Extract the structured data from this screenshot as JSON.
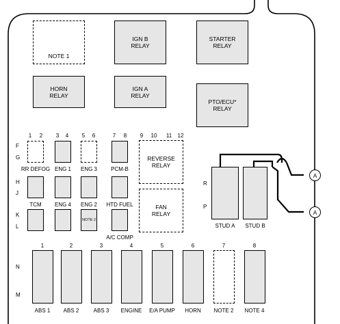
{
  "relays": {
    "note1": "NOTE 1",
    "ign_b": "IGN B\nRELAY",
    "starter": "STARTER\nRELAY",
    "horn": "HORN\nRELAY",
    "ign_a": "IGN A\nRELAY",
    "pto": "PTO/ECU*\nRELAY",
    "reverse": "REVERSE\nRELAY",
    "fan": "FAN\nRELAY"
  },
  "columns": {
    "c1": "1",
    "c2": "2",
    "c3": "3",
    "c4": "4",
    "c5": "5",
    "c6": "6",
    "c7": "7",
    "c8": "8",
    "c9": "9",
    "c10": "10",
    "c11": "11",
    "c12": "12"
  },
  "rows": {
    "F": "F",
    "G": "G",
    "H": "H",
    "J": "J",
    "K": "K",
    "L": "L",
    "N": "N",
    "M": "M",
    "R": "R",
    "P": "P"
  },
  "fuse_labels": {
    "rr_defog": "RR DEFOG",
    "eng1": "ENG 1",
    "eng3": "ENG 3",
    "pcm_b": "PCM-B",
    "tcm": "TCM",
    "eng4": "ENG 4",
    "eng2": "ENG 2",
    "htd_fuel": "HTD FUEL",
    "note2_small": "NOTE 2",
    "ac_comp": "A/C COMP"
  },
  "maxi": {
    "numbers": [
      "1",
      "2",
      "3",
      "4",
      "5",
      "6",
      "7",
      "8"
    ],
    "labels": [
      "ABS 1",
      "ABS 2",
      "ABS 3",
      "ENGINE",
      "E/A PUMP",
      "HORN",
      "NOTE 2",
      "NOTE 4"
    ]
  },
  "studs": {
    "a": "STUD A",
    "b": "STUD B",
    "circle": "A"
  }
}
